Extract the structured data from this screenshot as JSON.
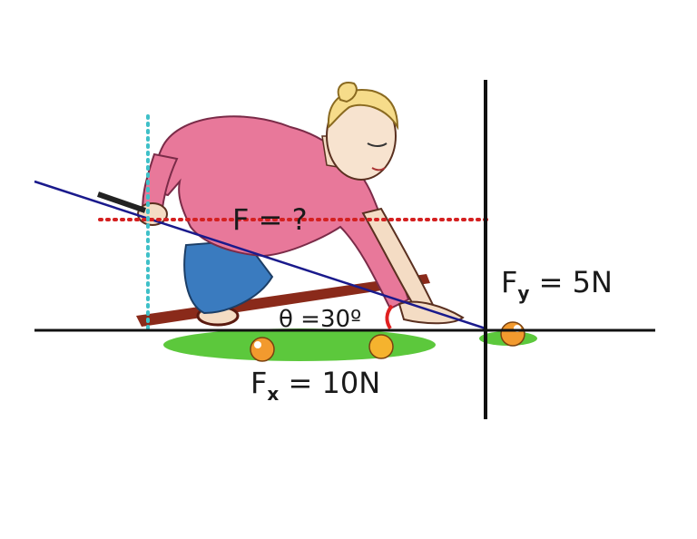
{
  "labels": {
    "force": "F = ?",
    "fy_main": "F",
    "fy_sub": "y",
    "fy_value": " = 5N",
    "fx_main": "F",
    "fx_sub": "x",
    "fx_value": " = 10N",
    "angle": "θ =30º"
  },
  "colors": {
    "axis": "#111111",
    "cue_line": "#1a1a8c",
    "dotted_horizontal": "#d42020",
    "dotted_vertical": "#3fc0c8",
    "shirt": "#e8789a",
    "pants": "#3a7bbf",
    "table_felt": "#5cc83c",
    "ball": "#f29a2e",
    "angle_arc": "#e02020"
  }
}
